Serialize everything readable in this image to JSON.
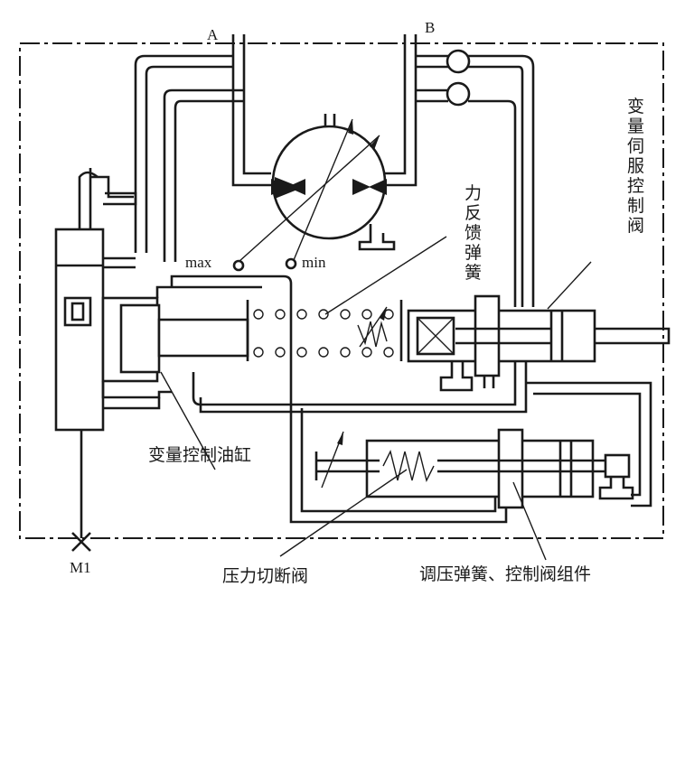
{
  "labels": {
    "port_a": "A",
    "port_b": "B",
    "max": "max",
    "min": "min",
    "m1": "M1",
    "feedback_spring": "力反馈弹簧",
    "servo_valve": "变量伺服控制阀",
    "control_cylinder": "变量控制油缸",
    "cutoff_valve": "压力切断阀",
    "spring_valve_assembly": "调压弹簧、控制阀组件"
  }
}
